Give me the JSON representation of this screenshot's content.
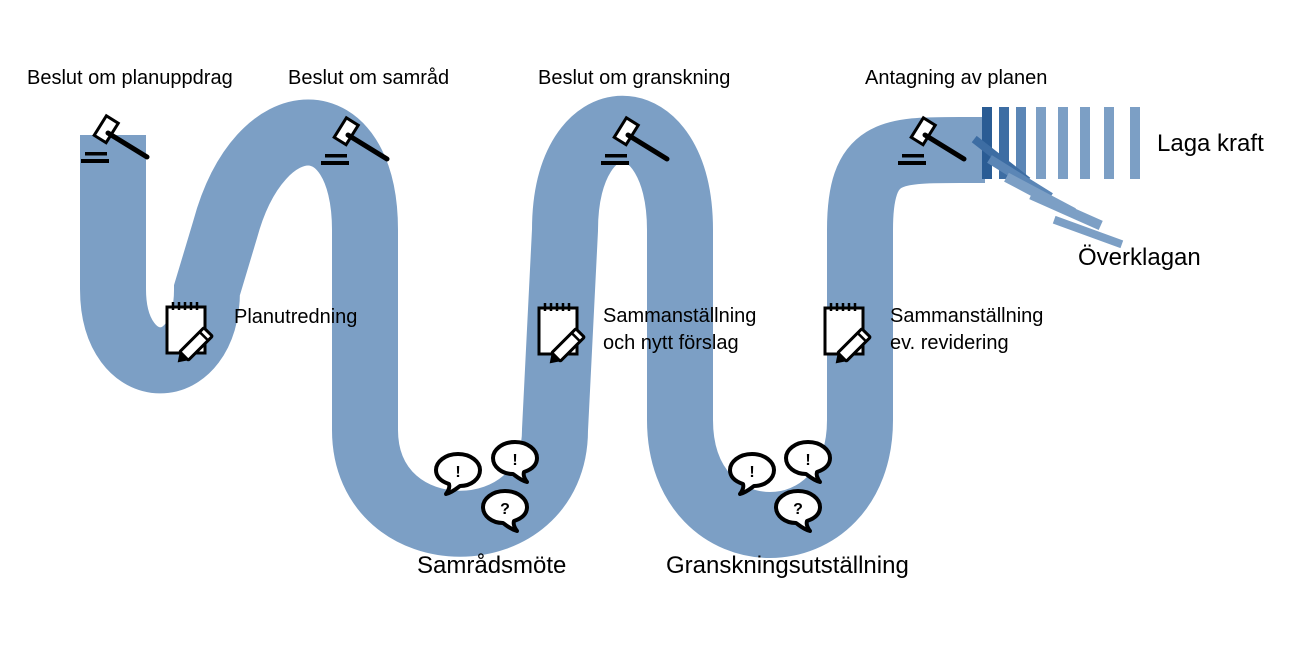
{
  "decisions": {
    "planuppdrag": "Beslut om planuppdrag",
    "samrad": "Beslut om samråd",
    "granskning": "Beslut om granskning",
    "antagning": "Antagning av planen"
  },
  "steps": {
    "planutredning": "Planutredning",
    "sammanstallning_1": [
      "Sammanställning",
      "och nytt förslag"
    ],
    "sammanstallning_2": [
      "Sammanställning",
      "ev. revidering"
    ]
  },
  "meetings": {
    "samradsmote": "Samrådsmöte",
    "granskningsutstallning": "Granskningsutställning"
  },
  "outcomes": {
    "laga_kraft": "Laga kraft",
    "overklagan": "Överklagan"
  },
  "bubble_marks": {
    "exclamation": "!",
    "question": "?"
  },
  "colors": {
    "path": "#7c9fc5",
    "path_dark": "#2a5c94",
    "icon": "#000000",
    "background": "#ffffff"
  }
}
